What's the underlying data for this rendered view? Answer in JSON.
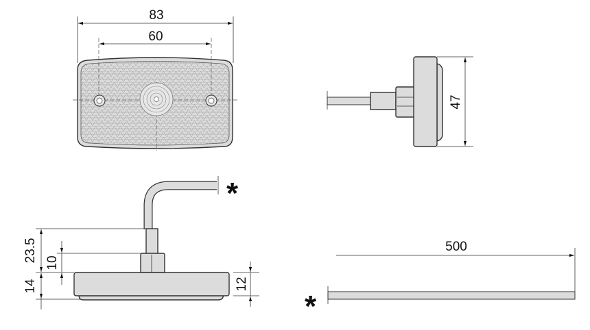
{
  "drawing": {
    "front_view": {
      "width_label": "83",
      "hole_spacing_label": "60"
    },
    "side_view": {
      "height_label": "47"
    },
    "bottom_view": {
      "total_height_label": "23.5",
      "connector_label": "10",
      "body_height_label": "14",
      "lens_height_label": "12",
      "cable_marker": "*"
    },
    "cable": {
      "length_label": "500",
      "cable_marker": "*"
    },
    "colors": {
      "body": "#dcdcdc",
      "line": "#333333"
    }
  }
}
